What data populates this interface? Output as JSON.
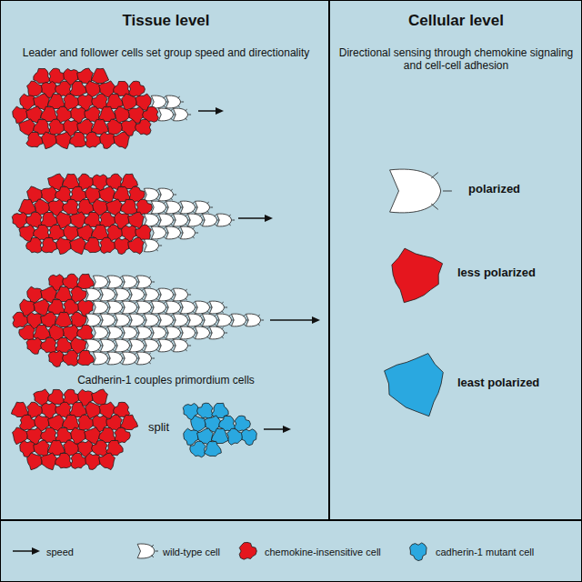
{
  "diagram": {
    "nodes": [
      {
        "text": [
          "Tissue level",
          "Leader and follower cells set group speed and directionality",
          "Cadherin-1 couples primordium cells"
        ]
      },
      {
        "text": [
          "Cellular level",
          "Directional sensing through chemokine signaling and cell-cell adhesion"
        ]
      }
    ],
    "labels": [
      "split",
      "polarized",
      "less polarized",
      "least polarized"
    ],
    "legend": [
      {
        "text": "speed"
      },
      {
        "text": "wild-type cell"
      },
      {
        "text": "chemokine-insensitive cell"
      },
      {
        "text": "cadherin-1 mutant cell"
      }
    ]
  }
}
